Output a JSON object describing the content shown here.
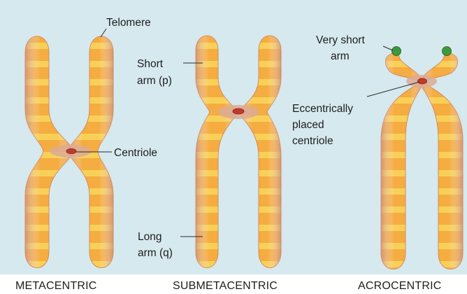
{
  "colors": {
    "panel_background": "#d6e9ee",
    "band_orange": "#f2a33a",
    "band_yellow": "#f8cd54",
    "band_pink": "#dca38e",
    "centriole": "#c23a2c",
    "satellite": "#3c9a3c"
  },
  "labels": {
    "telomere": "Telomere",
    "short_arm_line1": "Short",
    "short_arm_line2": "arm (p)",
    "long_arm_line1": "Long",
    "long_arm_line2": "arm (q)",
    "centriole": "Centriole",
    "very_short_arm_line1": "Very short",
    "very_short_arm_line2": "arm",
    "eccentric_line1": "Eccentrically",
    "eccentric_line2": "placed",
    "eccentric_line3": "centriole"
  },
  "captions": {
    "metacentric": "METACENTRIC",
    "submetacentric": "SUBMETACENTRIC",
    "acrocentric": "ACROCENTRIC"
  }
}
